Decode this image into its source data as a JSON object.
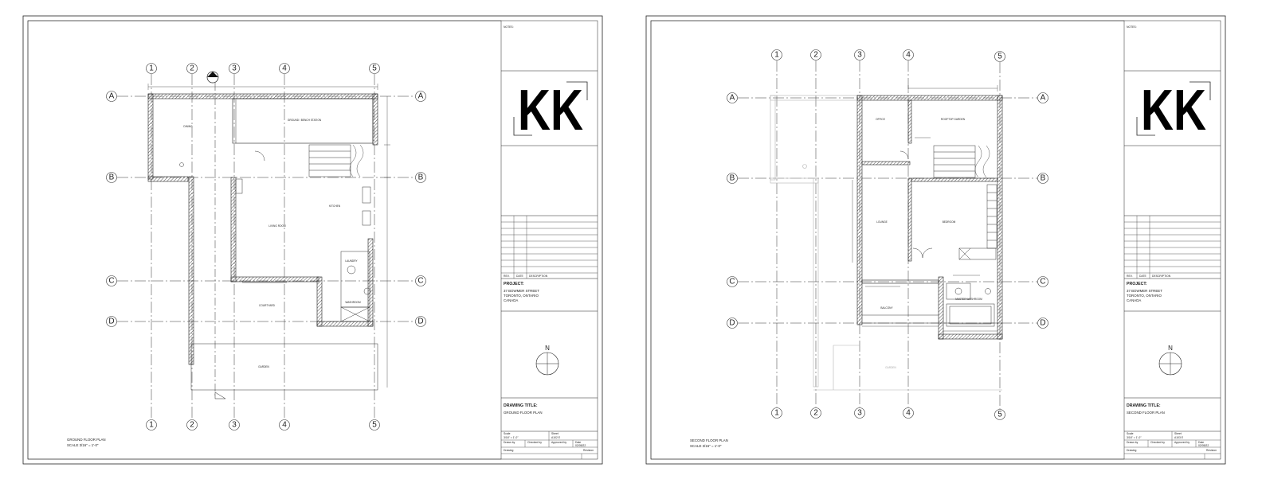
{
  "sheets": [
    {
      "plan_label": "GROUND FLOOR PLAN",
      "scale_label": "SCALE 3/16\" = 1'-0\"",
      "title_block": {
        "notes_label": "NOTES:",
        "logo_text": "KK",
        "rev_header": {
          "rev": "REV.",
          "date": "DATE",
          "description": "DESCRIPTION"
        },
        "project_heading": "PROJECT:",
        "project_address": [
          "37 BOWMER STREET",
          "TORONTO, ONTARIO",
          "CANADA"
        ],
        "north_label": "N",
        "drawing_title_heading": "DRAWING TITLE:",
        "drawing_title": "GROUND FLOOR PLAN",
        "scale_label": "Scale",
        "scale_value": "3/16\" = 1'-0\"",
        "sheet_label": "Sheet",
        "sheet_value": "A102 E",
        "drawn_by_label": "Drawn by",
        "checked_by_label": "Checked by",
        "approved_by_label": "Approved by",
        "date_label": "Date",
        "date_value": "02/05/22",
        "drawing_no_label": "Drawing",
        "revision_label": "Revision"
      },
      "rooms": [
        "DINING",
        "GROUND / BENCH STATION",
        "KITCHEN",
        "LIVING ROOM",
        "LAUNDRY",
        "WASHROOM",
        "COURTYARD",
        "GARDEN"
      ]
    },
    {
      "plan_label": "SECOND FLOOR PLAN",
      "scale_label": "SCALE 3/16\" = 1'-0\"",
      "title_block": {
        "notes_label": "NOTES:",
        "logo_text": "KK",
        "rev_header": {
          "rev": "REV.",
          "date": "DATE",
          "description": "DESCRIPTION"
        },
        "project_heading": "PROJECT:",
        "project_address": [
          "37 BOWMER STREET",
          "TORONTO, ONTARIO",
          "CANADA"
        ],
        "north_label": "N",
        "drawing_title_heading": "DRAWING TITLE:",
        "drawing_title": "SECOND FLOOR PLAN",
        "scale_label": "Scale",
        "scale_value": "3/16\" = 1'-0\"",
        "sheet_label": "Sheet",
        "sheet_value": "A103 E",
        "drawn_by_label": "Drawn by",
        "checked_by_label": "Checked by",
        "approved_by_label": "Approved by",
        "date_label": "Date",
        "date_value": "02/05/22",
        "drawing_no_label": "Drawing",
        "revision_label": "Revision"
      },
      "rooms": [
        "OFFICE",
        "ROOFTOP GARDEN",
        "LOUNGE",
        "BEDROOM",
        "BALCONY",
        "MASTER WASHROOM",
        "GARDEN"
      ]
    }
  ],
  "grid": {
    "columns": [
      "1",
      "2",
      "3",
      "4",
      "5"
    ],
    "rows": [
      "A",
      "B",
      "C",
      "D"
    ]
  },
  "colors": {
    "line": "#1a1a1a",
    "faded": "#b5b5b5",
    "hatch": "#555555"
  }
}
